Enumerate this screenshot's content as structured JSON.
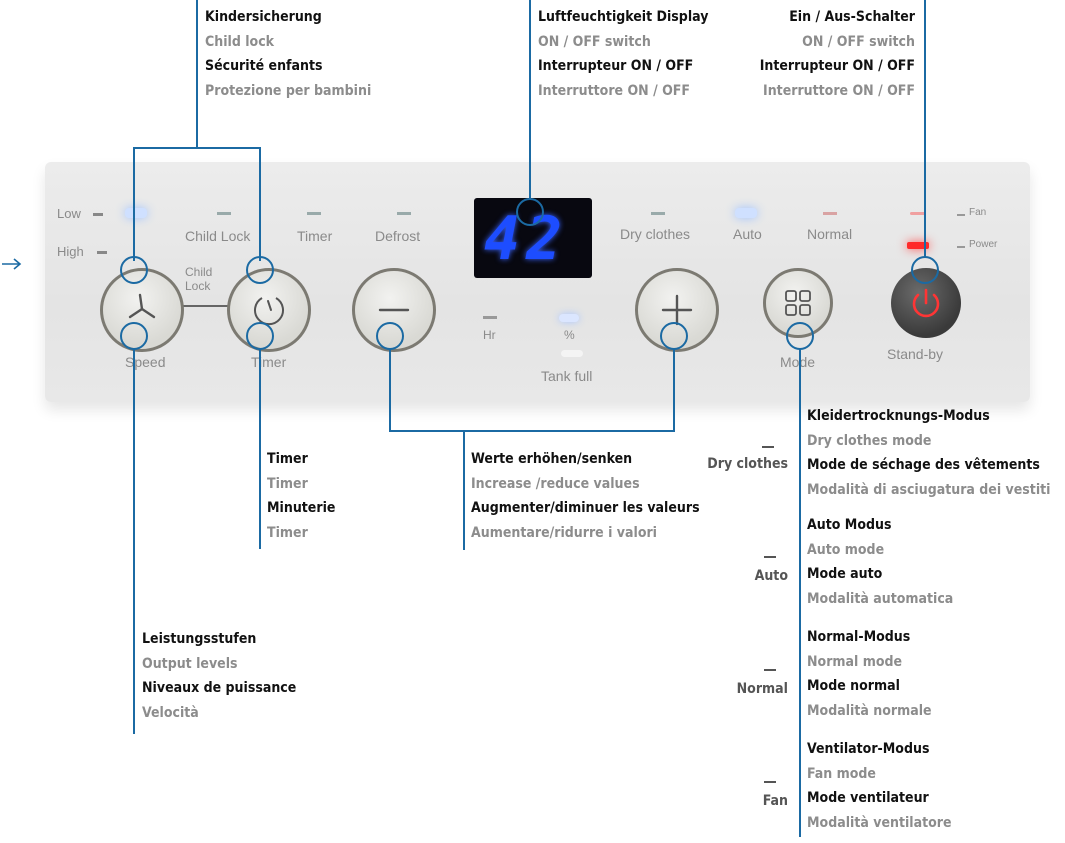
{
  "panel": {
    "led_low": "Low",
    "led_high": "High",
    "child_lock": "Child",
    "lock": "Lock",
    "label_child_lock": "Child Lock",
    "label_timer": "Timer",
    "label_defrost": "Defrost",
    "display_value": "42",
    "label_dry_clothes": "Dry clothes",
    "label_auto": "Auto",
    "label_normal": "Normal",
    "legend_fan": "Fan",
    "legend_power": "Power",
    "label_hr": "Hr",
    "label_percent": "%",
    "label_tank_full": "Tank full",
    "btn_speed": "Speed",
    "btn_timer": "Timer",
    "btn_mode": "Mode",
    "btn_standby": "Stand-by"
  },
  "callouts": {
    "child_lock": [
      "Kindersicherung",
      "Child lock",
      "Sécurité enfants",
      "Protezione per bambini"
    ],
    "humidity": [
      "Luftfeuchtigkeit Display",
      "ON / OFF switch",
      "Interrupteur ON / OFF",
      "Interruttore ON / OFF"
    ],
    "power": [
      "Ein / Aus-Schalter",
      "ON / OFF switch",
      "Interrupteur ON / OFF",
      "Interruttore ON / OFF"
    ],
    "timer": [
      "Timer",
      "Timer",
      "Minuterie",
      "Timer"
    ],
    "values": [
      "Werte erhöhen/senken",
      "Increase /reduce values",
      "Augmenter/diminuer les valeurs",
      "Aumentare/ridurre i valori"
    ],
    "output": [
      "Leistungsstufen",
      "Output levels",
      "Niveaux de puissance",
      "Velocità"
    ],
    "mode_dry": [
      "Kleidertrocknungs-Modus",
      "Dry clothes mode",
      "Mode de séchage des vêtements",
      "Modalità di asciugatura dei vestiti"
    ],
    "mode_auto": [
      "Auto Modus",
      "Auto mode",
      "Mode auto",
      "Modalità automatica"
    ],
    "mode_normal": [
      "Normal-Modus",
      "Normal mode",
      "Mode normal",
      "Modalità normale"
    ],
    "mode_fan": [
      "Ventilator-Modus",
      "Fan mode",
      "Mode ventilateur",
      "Modalità ventilatore"
    ]
  },
  "mode_labels": {
    "dry": "Dry clothes",
    "auto": "Auto",
    "normal": "Normal",
    "fan": "Fan"
  },
  "colors": {
    "accent_line": "#1b6aa3",
    "display_digits": "#1d4dff",
    "power_led": "#ff2a2a"
  }
}
